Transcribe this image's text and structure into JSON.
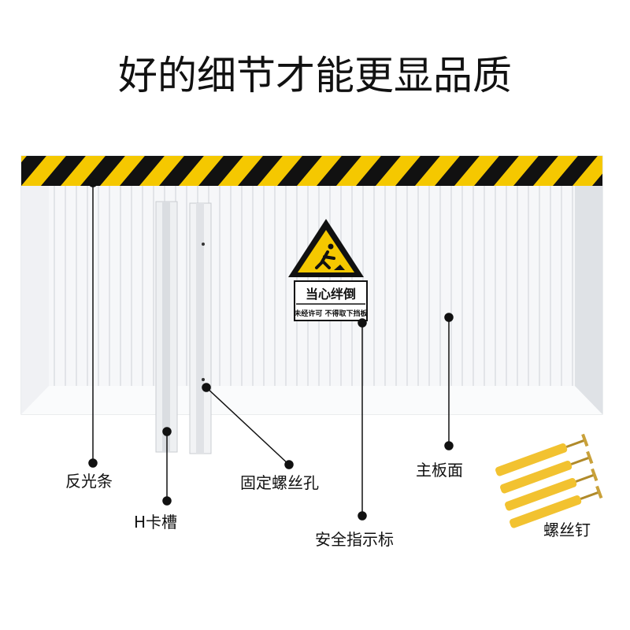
{
  "title": "好的细节才能更显品质",
  "sign": {
    "heading": "当心绊倒",
    "subtext": "未经许可 不得取下挡板",
    "icon": "tripping-hazard-icon"
  },
  "labels": {
    "reflective_strip": "反光条",
    "h_slot": "H卡槽",
    "screw_hole": "固定螺丝孔",
    "main_panel": "主板面",
    "safety_sign": "安全指示标",
    "screws": "螺丝钉"
  },
  "colors": {
    "stripe_yellow": "#f5c800",
    "stripe_black": "#111111",
    "screw_anchor": "#f2c230",
    "panel": "#f4f5f7"
  }
}
